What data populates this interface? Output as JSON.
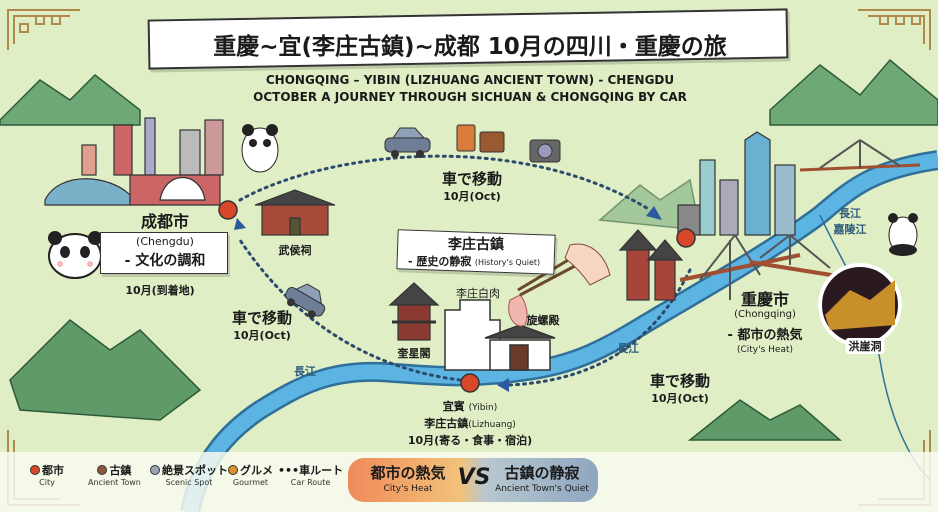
{
  "title": "重慶~宜(李庄古鎮)~成都  10月の四川・重慶の旅",
  "subtitle": [
    "CHONGQING – YIBIN (LIZHUANG ANCIENT TOWN) - CHENGDU",
    "OCTOBER A JOURNEY THROUGH SICHUAN & CHONGQING BY CAR"
  ],
  "chengdu": {
    "name": "成都市",
    "en": "(Chengdu)",
    "theme": "- 文化の調和",
    "date": "10月(到着地)",
    "landmark": "武侯祠"
  },
  "chongqing": {
    "name": "重慶市",
    "en": "(Chongqing)",
    "theme": "- 都市の熱気",
    "theme_en": "(City's Heat)",
    "rivers": [
      "長江",
      "嘉陵江"
    ],
    "landmark": "洪崖洞"
  },
  "lizhuang": {
    "name": "李庄古鎮",
    "theme": "- 歴史の静寂",
    "theme_en": "(History's Quiet)",
    "food": "李庄白肉",
    "spot1": "旋螺殿",
    "spot2": "奎星閣"
  },
  "yibin": {
    "line1": "宜賓",
    "line1_en": "(Yibin)",
    "line2": "李庄古鎮",
    "line2_en": "(Lizhuang)",
    "line3": "10月(寄る・食事・宿泊)"
  },
  "routes": [
    {
      "label": "車で移動",
      "date": "10月(Oct)"
    },
    {
      "label": "車で移動",
      "date": "10月(Oct)"
    },
    {
      "label": "車で移動",
      "date": "10月(Oct)"
    }
  ],
  "river_labels": [
    "長江",
    "長江"
  ],
  "legend": [
    {
      "label": "都市",
      "en": "City",
      "color": "#d9472b"
    },
    {
      "label": "古鎮",
      "en": "Ancient Town",
      "color": "#8a5a3a"
    },
    {
      "label": "絶景スポット",
      "en": "Scenic Spot",
      "color": "#9aa6b4"
    },
    {
      "label": "グルメ",
      "en": "Gourmet",
      "color": "#e0902a"
    },
    {
      "label": "車ルート",
      "en": "Car Route",
      "symbol": "•••"
    }
  ],
  "vs": {
    "left": "都市の熱気",
    "left_en": "City's Heat",
    "mid": "VS",
    "right": "古鎮の静寂",
    "right_en": "Ancient Town's Quiet"
  },
  "colors": {
    "background": "#dfeec4",
    "river": "#4aa3d6",
    "route": "#2c4a6e",
    "city_dot": "#d9472b",
    "mountain": "#5f9a68"
  }
}
